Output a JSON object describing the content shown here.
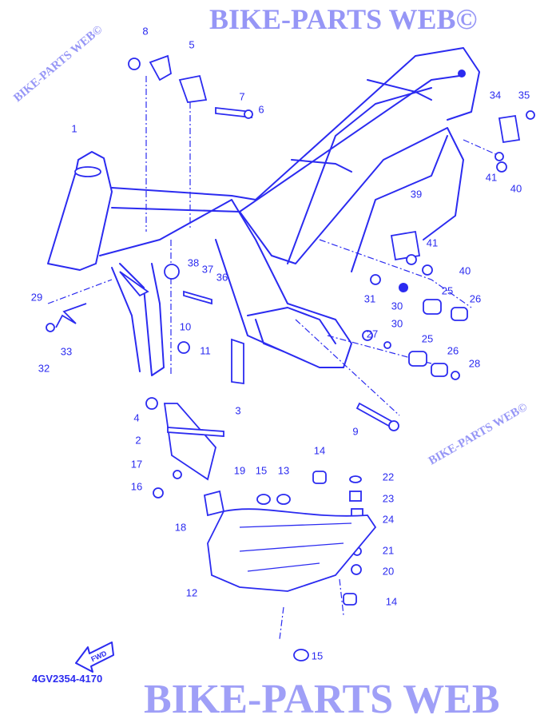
{
  "diagram": {
    "part_code": "4GV2354-4170",
    "fwd_label": "FWD",
    "watermarks": {
      "top_left": "BIKE-PARTS WEB©",
      "right": "BIKE-PARTS WEB©",
      "center": "BIKE-PARTS WEB",
      "bottom_right": "BIKE-PARTS WEB©"
    },
    "callouts": [
      "8",
      "5",
      "7",
      "6",
      "1",
      "38",
      "37",
      "36",
      "29",
      "33",
      "32",
      "10",
      "11",
      "4",
      "3",
      "2",
      "17",
      "16",
      "19",
      "15",
      "13",
      "14",
      "22",
      "23",
      "24",
      "21",
      "20",
      "14",
      "15",
      "12",
      "18",
      "9",
      "34",
      "35",
      "41",
      "40",
      "39",
      "41",
      "40",
      "31",
      "30",
      "25",
      "26",
      "27",
      "30",
      "25",
      "26",
      "28"
    ],
    "colors": {
      "ink": "#2b2bf0",
      "background": "#ffffff"
    }
  }
}
